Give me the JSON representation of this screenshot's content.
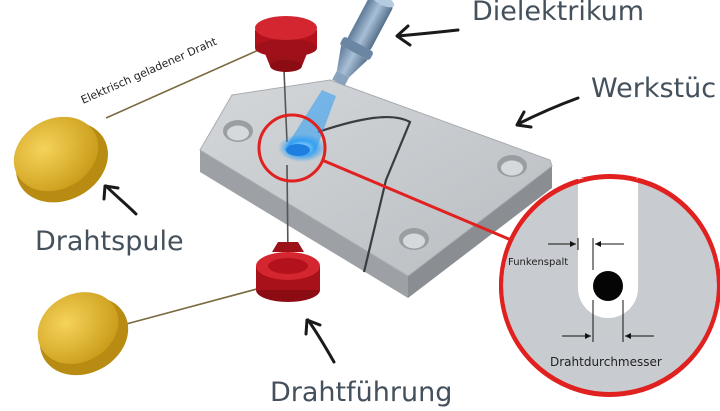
{
  "labels": {
    "dielectric": "Dielektrikum",
    "workpiece": "Werkstüc",
    "wire_spool": "Drahtspule",
    "wire_guide": "Drahtführung",
    "charged_wire": "Elektrisch geladener Draht",
    "spark_gap": "Funkenspalt",
    "wire_diameter": "Drahtdurchmesser"
  },
  "colors": {
    "label_text": "#44505c",
    "guide_red": "#b3121c",
    "spool_yellow": "#e0b52a",
    "plate_gray": "#c7cacd",
    "callout_red": "#e0211f",
    "spark_blue": "#2a9df4",
    "nozzle_blue": "#7e9bb8",
    "wire": "#7a6a40",
    "arrow": "#1a1a1a"
  }
}
